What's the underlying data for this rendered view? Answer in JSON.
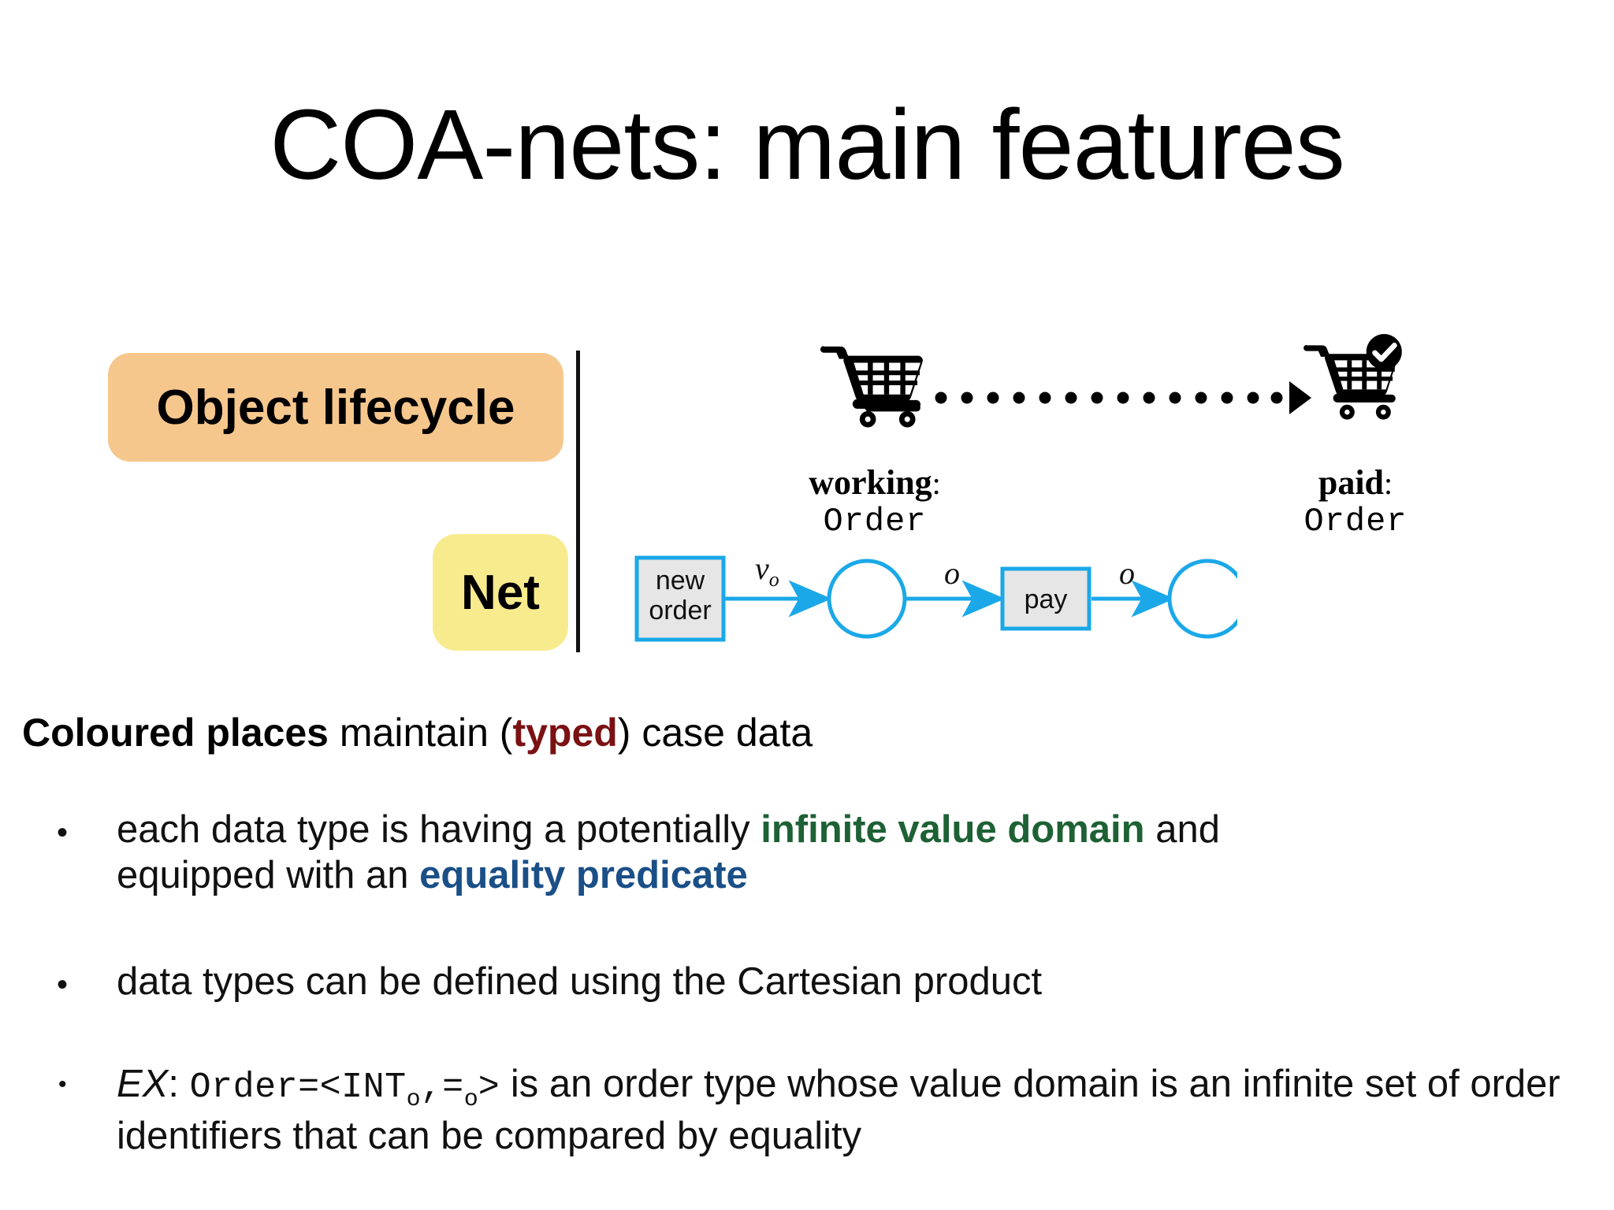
{
  "slide": {
    "title": "COA-nets: main features"
  },
  "legend": {
    "object_lifecycle": {
      "label": "Object lifecycle",
      "color": "#F6C78D"
    },
    "net": {
      "label": "Net",
      "color": "#F8EB8E"
    },
    "divider_color": "#111111"
  },
  "lifecycle": {
    "transition_style": "dotted-arrow",
    "states": [
      {
        "icon": "shopping-cart-icon",
        "name": "working",
        "colon": ":",
        "type": "Order"
      },
      {
        "icon": "shopping-cart-checked-icon",
        "name": "paid",
        "colon": ":",
        "type": "Order"
      }
    ]
  },
  "petri_net": {
    "accent_color": "#1BA8E8",
    "transition_fill": "#E6E6E6",
    "transitions": [
      {
        "id": "new-order",
        "label_line1": "new",
        "label_line2": "order"
      },
      {
        "id": "pay",
        "label_line1": "pay",
        "label_line2": ""
      }
    ],
    "places": [
      {
        "id": "place-working",
        "label": ""
      },
      {
        "id": "place-paid",
        "label": ""
      }
    ],
    "arc_labels": [
      {
        "id": "arc-nu-o",
        "base": "ν",
        "sub": "o"
      },
      {
        "id": "arc-o-1",
        "base": "o",
        "sub": ""
      },
      {
        "id": "arc-o-2",
        "base": "o",
        "sub": ""
      }
    ]
  },
  "body": {
    "lead": {
      "part1": "Coloured places",
      "part2": " maintain (",
      "part3": "typed",
      "part4": ") case data"
    },
    "bullets": [
      {
        "marker": "•",
        "segments": [
          {
            "text": "each data type is having a potentially ",
            "style": "plain"
          },
          {
            "text": "infinite value domain",
            "style": "green-bold"
          },
          {
            "text": " and equipped with an ",
            "style": "plain"
          },
          {
            "text": "equality predicate",
            "style": "blue-bold"
          }
        ]
      },
      {
        "marker": "•",
        "segments": [
          {
            "text": "data types can be defined using the Cartesian product",
            "style": "plain"
          }
        ]
      },
      {
        "marker": "•",
        "segments": [
          {
            "text": "EX",
            "style": "italic"
          },
          {
            "text": ": ",
            "style": "plain"
          },
          {
            "text": "Order=<INT",
            "style": "mono"
          },
          {
            "text": "o",
            "style": "mono-sub"
          },
          {
            "text": ",=",
            "style": "mono"
          },
          {
            "text": "o",
            "style": "mono-sub"
          },
          {
            "text": ">",
            "style": "mono"
          },
          {
            "text": " is an order type whose value domain is an infinite set of order identifiers that can be compared by equality",
            "style": "plain"
          }
        ]
      }
    ]
  },
  "colors": {
    "typed_red": "#7B1113",
    "infinite_green": "#1D6134",
    "equality_blue": "#1A4F87",
    "net_blue": "#1BA8E8"
  }
}
